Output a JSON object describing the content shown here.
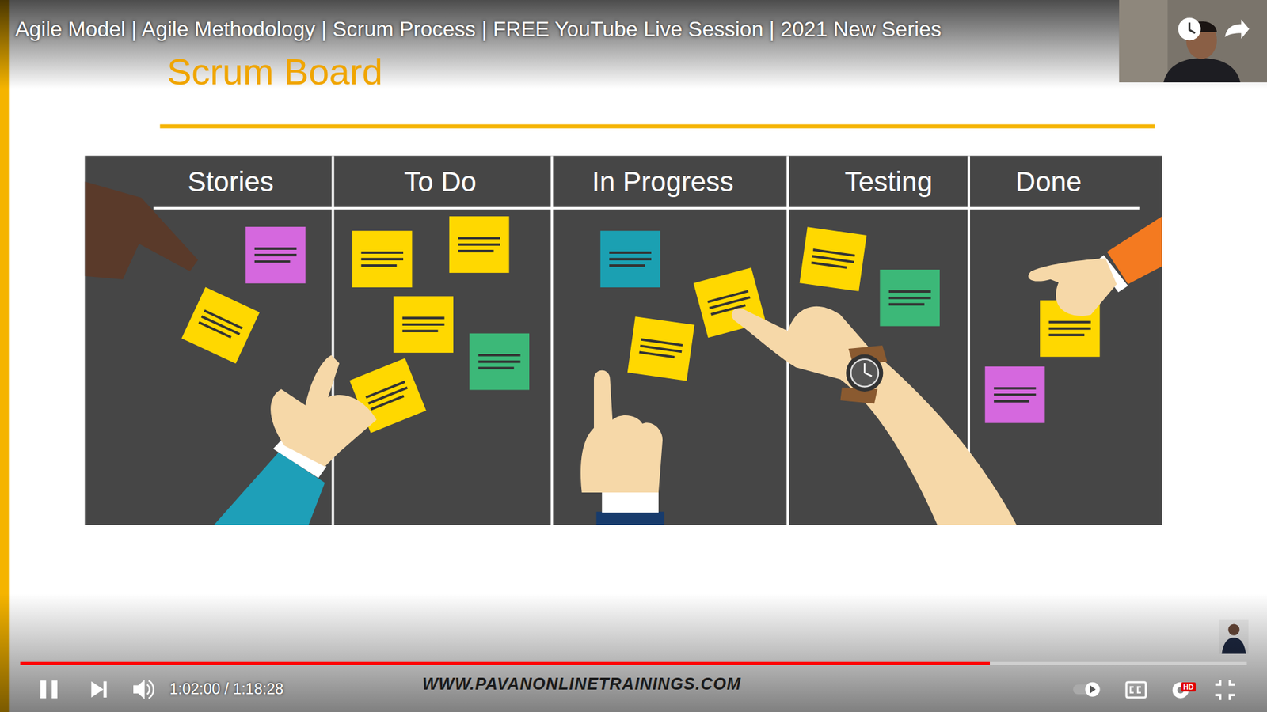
{
  "diagram": {
    "title": "Scrum Board",
    "nodes": [
      {
        "text": [
          "Stories"
        ]
      },
      {
        "text": [
          "To Do"
        ]
      },
      {
        "text": [
          "In Progress"
        ]
      },
      {
        "text": [
          "Testing"
        ]
      },
      {
        "text": [
          "Done"
        ]
      }
    ],
    "labels": [
      "Agile Model | Agile Methodology | Scrum Process | FREE YouTube Live Session | 2021 New Series",
      "1:02:00 / 1:18:28",
      "WWW.PAVANONLINETRAININGS.COM",
      "HD"
    ]
  }
}
